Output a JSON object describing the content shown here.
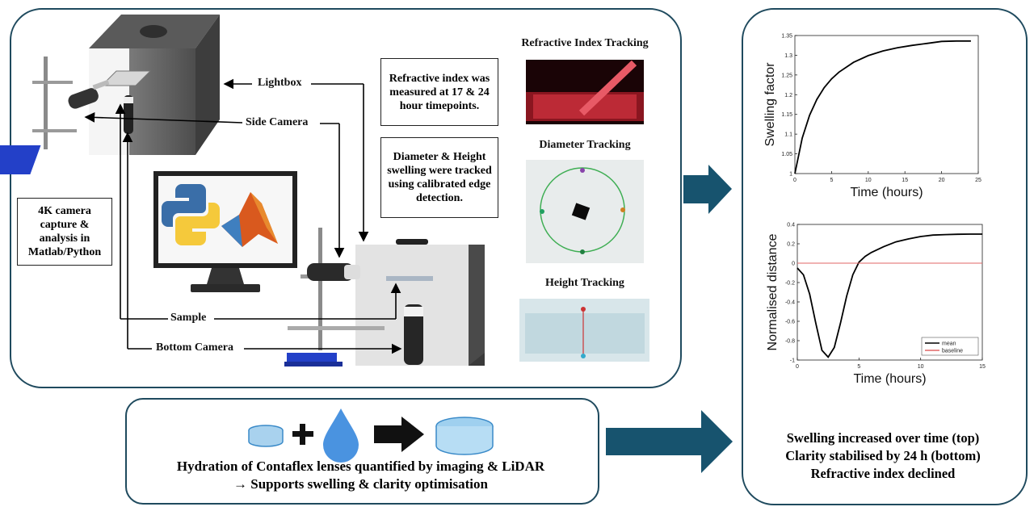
{
  "equipment_labels": {
    "lightbox": "Lightbox",
    "side_camera": "Side Camera",
    "sample": "Sample",
    "bottom_camera": "Bottom Camera"
  },
  "notes": {
    "capture": "4K camera capture & analysis in Matlab/Python",
    "refractive": "Refractive index was measured at 17 & 24 hour timepoints.",
    "diameter": "Diameter & Height swelling were tracked using calibrated edge detection."
  },
  "tracking_titles": {
    "refractive": "Refractive Index Tracking",
    "diameter": "Diameter Tracking",
    "height": "Height Tracking"
  },
  "bottom_panel": {
    "line1": "Hydration of Contaflex lenses quantified by imaging & LiDAR",
    "line2": "→ Supports swelling & clarity optimisation"
  },
  "summary": {
    "line1": "Swelling increased over time (top)",
    "line2": "Clarity stabilised by 24 h (bottom)",
    "line3": "Refractive index declined"
  },
  "chart_data": [
    {
      "type": "line",
      "xlabel": "Time (hours)",
      "ylabel": "Swelling factor",
      "xlim": [
        0,
        25
      ],
      "ylim": [
        1,
        1.35
      ],
      "xticks": [
        0,
        5,
        10,
        15,
        20,
        25
      ],
      "yticks": [
        1,
        1.05,
        1.1,
        1.15,
        1.2,
        1.25,
        1.3,
        1.35
      ],
      "series": [
        {
          "x": [
            0,
            1,
            2,
            3,
            4,
            5,
            6,
            8,
            10,
            12,
            14,
            16,
            18,
            20,
            22,
            24
          ],
          "y": [
            1.0,
            1.09,
            1.148,
            1.188,
            1.218,
            1.24,
            1.257,
            1.282,
            1.299,
            1.311,
            1.319,
            1.325,
            1.33,
            1.335,
            1.336,
            1.336
          ]
        }
      ]
    },
    {
      "type": "line",
      "xlabel": "Time (hours)",
      "ylabel": "Normalised distance",
      "xlim": [
        0,
        15
      ],
      "ylim": [
        -1,
        0.4
      ],
      "xticks": [
        0,
        5,
        10,
        15
      ],
      "yticks": [
        -1,
        -0.8,
        -0.6,
        -0.4,
        -0.2,
        0,
        0.2,
        0.4
      ],
      "legend_position": "bottom-right",
      "series": [
        {
          "name": "mean",
          "color": "#000000",
          "x": [
            0,
            0.5,
            1,
            1.5,
            2,
            2.5,
            3,
            3.5,
            4,
            4.5,
            5,
            5.5,
            6,
            7,
            8,
            9,
            10,
            11,
            12,
            13,
            14,
            15
          ],
          "y": [
            -0.05,
            -0.12,
            -0.32,
            -0.62,
            -0.9,
            -0.97,
            -0.87,
            -0.62,
            -0.34,
            -0.12,
            0.01,
            0.07,
            0.11,
            0.17,
            0.22,
            0.25,
            0.275,
            0.29,
            0.295,
            0.298,
            0.3,
            0.3
          ]
        },
        {
          "name": "baseline",
          "color": "#e06666",
          "x": [
            0,
            15
          ],
          "y": [
            0,
            0
          ]
        }
      ]
    }
  ]
}
